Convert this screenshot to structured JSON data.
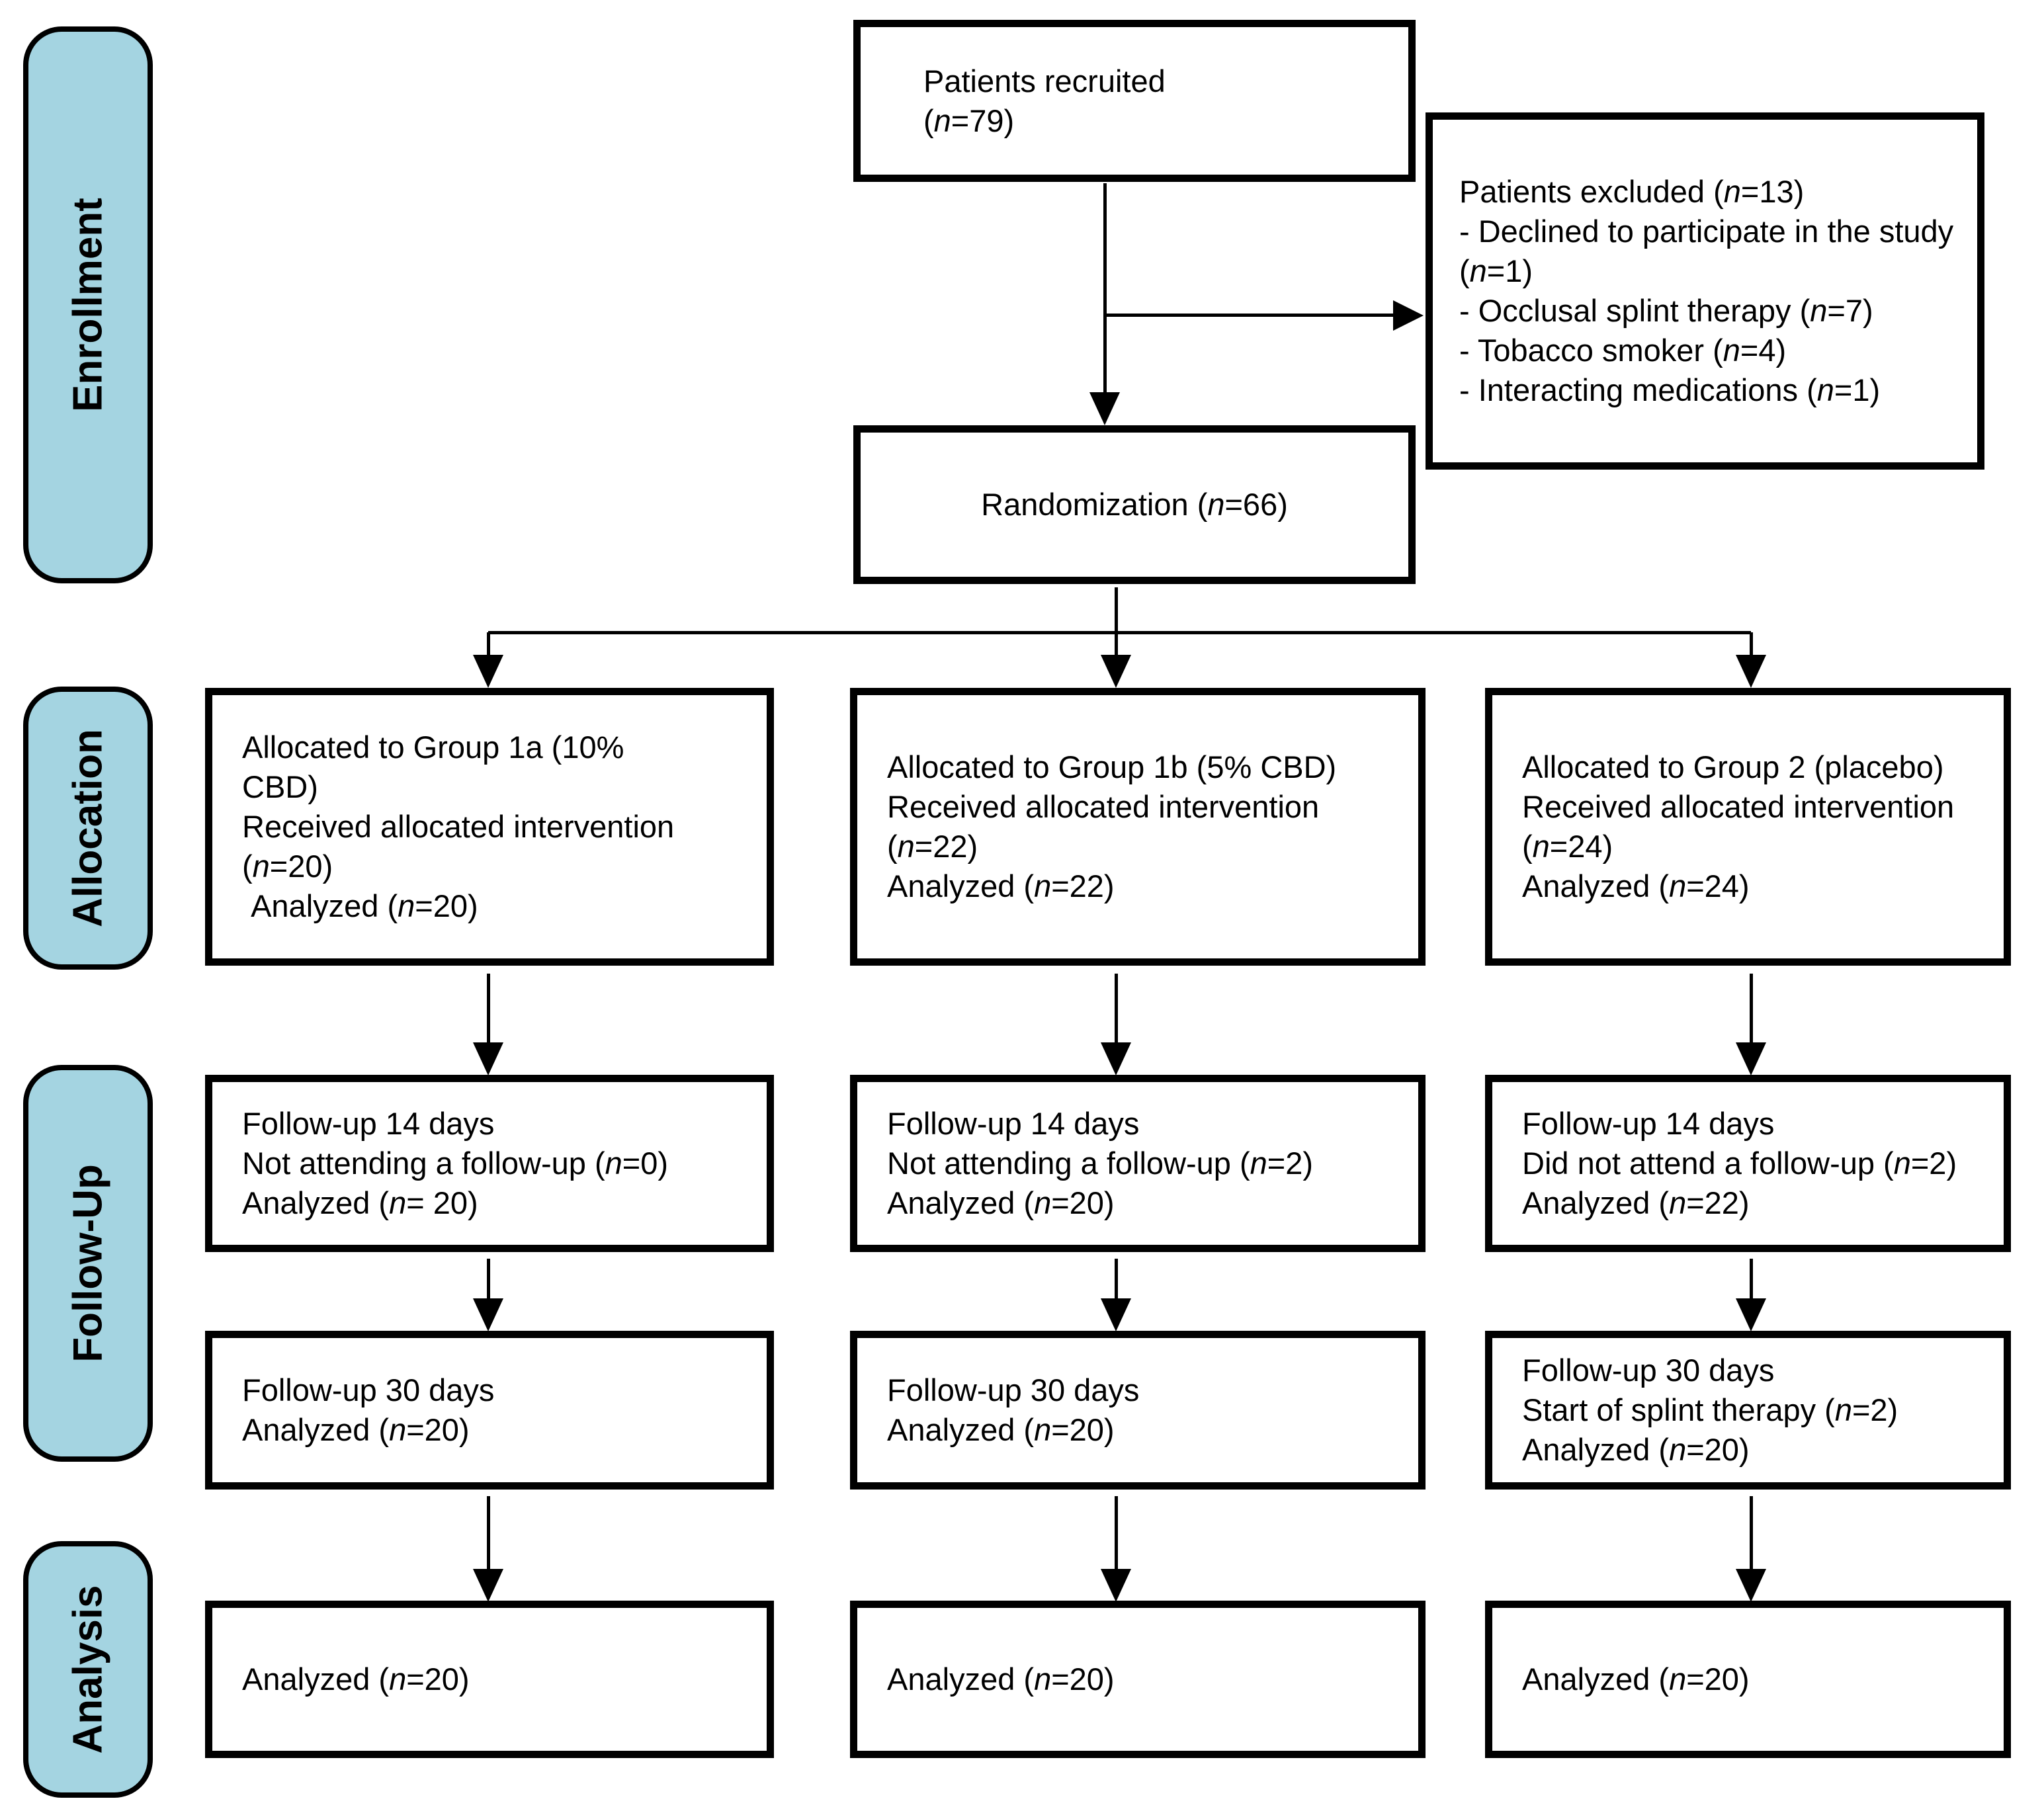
{
  "palette": {
    "stage_fill": "#A4D4E1",
    "line_color": "#000000",
    "box_bg": "#FFFFFF"
  },
  "stages": [
    {
      "label": "Enrollment"
    },
    {
      "label": "Allocation"
    },
    {
      "label": "Follow-Up"
    },
    {
      "label": "Analysis"
    }
  ],
  "boxes": {
    "recruited": {
      "lines": [
        "Patients recruited",
        "(n=79)"
      ]
    },
    "excluded": {
      "lines": [
        "Patients excluded (n=13)",
        "- Declined to participate in the study (n=1)",
        "- Occlusal splint therapy (n=7)",
        "- Tobacco smoker (n=4)",
        "- Interacting medications (n=1)"
      ]
    },
    "randomization": {
      "text": "Randomization (n=66)"
    },
    "allocation": [
      {
        "lines": [
          "Allocated to Group 1a (10% CBD)",
          "Received allocated intervention (n=20)",
          " Analyzed (n=20)"
        ]
      },
      {
        "lines": [
          "Allocated to Group 1b (5% CBD)",
          "Received allocated intervention (n=22)",
          "Analyzed (n=22)"
        ]
      },
      {
        "lines": [
          "Allocated to Group 2 (placebo)",
          "Received allocated intervention (n=24)",
          "Analyzed (n=24)"
        ]
      }
    ],
    "followup14": [
      {
        "lines": [
          "Follow-up 14 days",
          "Not attending a follow-up (n=0)",
          "Analyzed (n= 20)"
        ]
      },
      {
        "lines": [
          "Follow-up 14 days",
          "Not attending a follow-up (n=2)",
          "Analyzed (n=20)"
        ]
      },
      {
        "lines": [
          "Follow-up 14 days",
          "Did not attend a follow-up (n=2)",
          "Analyzed (n=22)"
        ]
      }
    ],
    "followup30": [
      {
        "lines": [
          "Follow-up 30 days",
          "Analyzed (n=20)"
        ]
      },
      {
        "lines": [
          "Follow-up 30 days",
          "Analyzed (n=20)"
        ]
      },
      {
        "lines": [
          "Follow-up 30 days",
          "Start of splint therapy (n=2)",
          "Analyzed (n=20)"
        ]
      }
    ],
    "analysis": [
      {
        "text": "Analyzed (n=20)"
      },
      {
        "text": "Analyzed (n=20)"
      },
      {
        "text": "Analyzed (n=20)"
      }
    ]
  }
}
